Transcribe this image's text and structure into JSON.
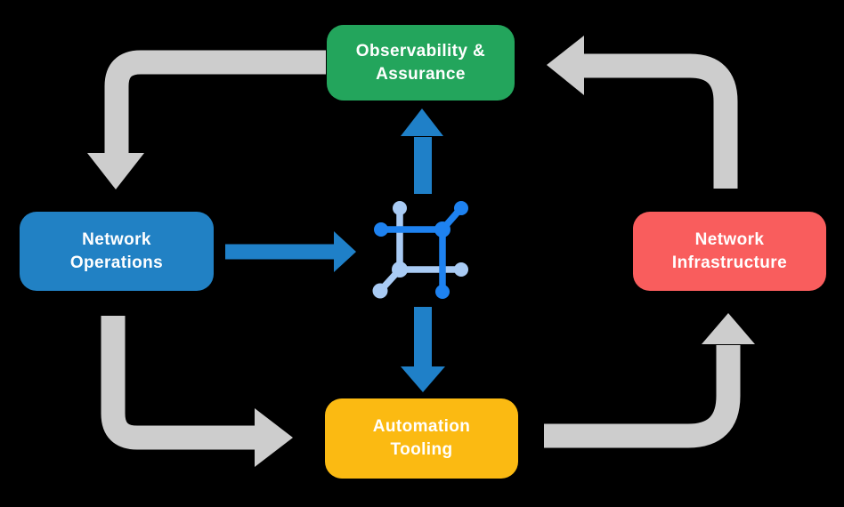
{
  "colors": {
    "background": "#000000",
    "node-green": "#23a55c",
    "node-blue": "#2181c4",
    "node-red": "#f95d5d",
    "node-yellow": "#fbba12",
    "arrow-gray": "#cdcdcd",
    "arrow-blue": "#1f80c8",
    "icon-dark": "#1e82f0",
    "icon-light": "#a9cbf4",
    "label-text": "#ffffff"
  },
  "nodes": {
    "observability": {
      "label": "Observability &\nAssurance"
    },
    "operations": {
      "label": "Network\nOperations"
    },
    "infrastructure": {
      "label": "Network\nInfrastructure"
    },
    "automation": {
      "label": "Automation\nTooling"
    }
  },
  "icons": {
    "center": "network-automation-icon"
  }
}
